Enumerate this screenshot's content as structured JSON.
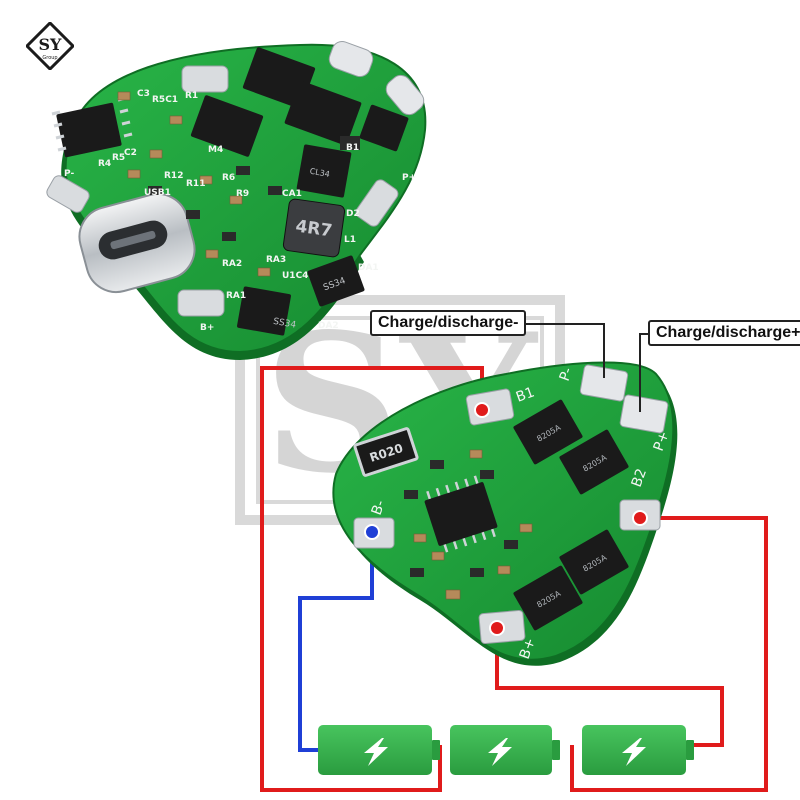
{
  "brand": {
    "logo_text": "SY",
    "logo_subtext": "Group",
    "watermark_text": "SY",
    "accent_color": "#1b1b1b"
  },
  "labels": {
    "charge_discharge_minus": "Charge/discharge-",
    "charge_discharge_plus": "Charge/discharge+"
  },
  "board_top": {
    "silk": {
      "c3": "C3",
      "r5c1": "R5C1",
      "r1": "R1",
      "m4": "M4",
      "r4": "R4",
      "r5": "R5",
      "c2": "C2",
      "r12": "R12",
      "r11": "R11",
      "r6": "R6",
      "r9": "R9",
      "usb1": "USB1",
      "ca1": "CA1",
      "ra2": "RA2",
      "ra3": "RA3",
      "da1": "DA1",
      "da2": "DA2",
      "ra1": "RA1",
      "uca": "U1C4",
      "p_minus": "P-",
      "b_plus": "B+",
      "b1": "B1",
      "d2": "D2",
      "l1": "L1",
      "p_plus": "P+"
    },
    "chips": {
      "inductor": "4R7",
      "mosfet_bottom": "SS34",
      "mosfet_right": "SS34",
      "ic_center": "CL34"
    }
  },
  "board_bottom": {
    "silk": {
      "b1": "B1",
      "p_minus": "P-",
      "p_plus": "P+",
      "b2": "B2",
      "b_minus": "B-",
      "b_plus": "B+"
    },
    "chips": {
      "resistor": "R020",
      "mosfet_1": "8205A",
      "mosfet_2": "8205A",
      "mosfet_3": "8205A",
      "mosfet_4": "8205A"
    }
  },
  "colors": {
    "pcb_green": "#1fa03a",
    "pcb_green_dark": "#147a2a",
    "wire_red": "#e01b1b",
    "wire_blue": "#1f3fd6",
    "battery_green": "#37b24d",
    "pad_silver": "#d9dcdf",
    "chip_black": "#1a1a1a"
  },
  "icons": {
    "battery_symbol": "lightning-bolt-icon"
  }
}
